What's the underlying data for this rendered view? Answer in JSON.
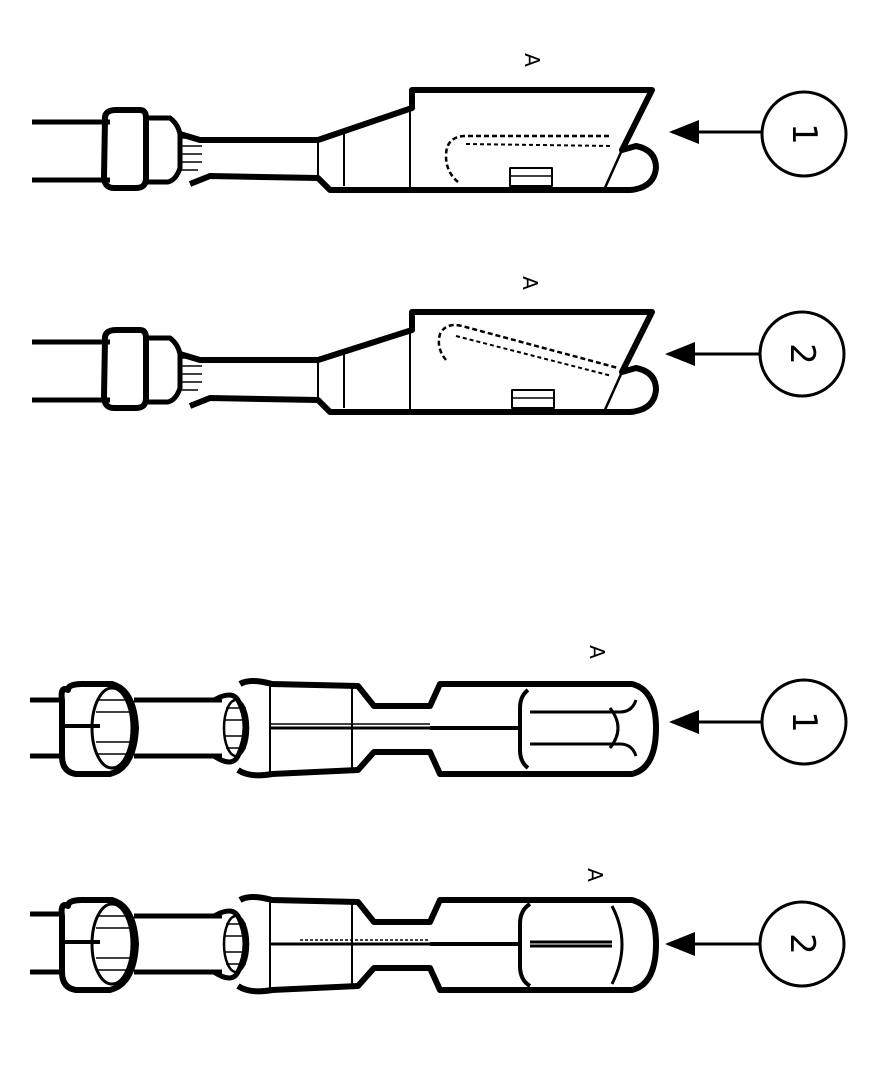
{
  "figures": [
    {
      "kind": "flat-terminal",
      "point_label": "A",
      "callout": "1",
      "spring": "lowered"
    },
    {
      "kind": "flat-terminal",
      "point_label": "A",
      "callout": "2",
      "spring": "raised"
    },
    {
      "kind": "round-terminal",
      "point_label": "A",
      "callout": "1",
      "contact": "split"
    },
    {
      "kind": "round-terminal",
      "point_label": "A",
      "callout": "2",
      "contact": "closed"
    }
  ],
  "colors": {
    "ink": "#000000",
    "paper": "#ffffff"
  }
}
